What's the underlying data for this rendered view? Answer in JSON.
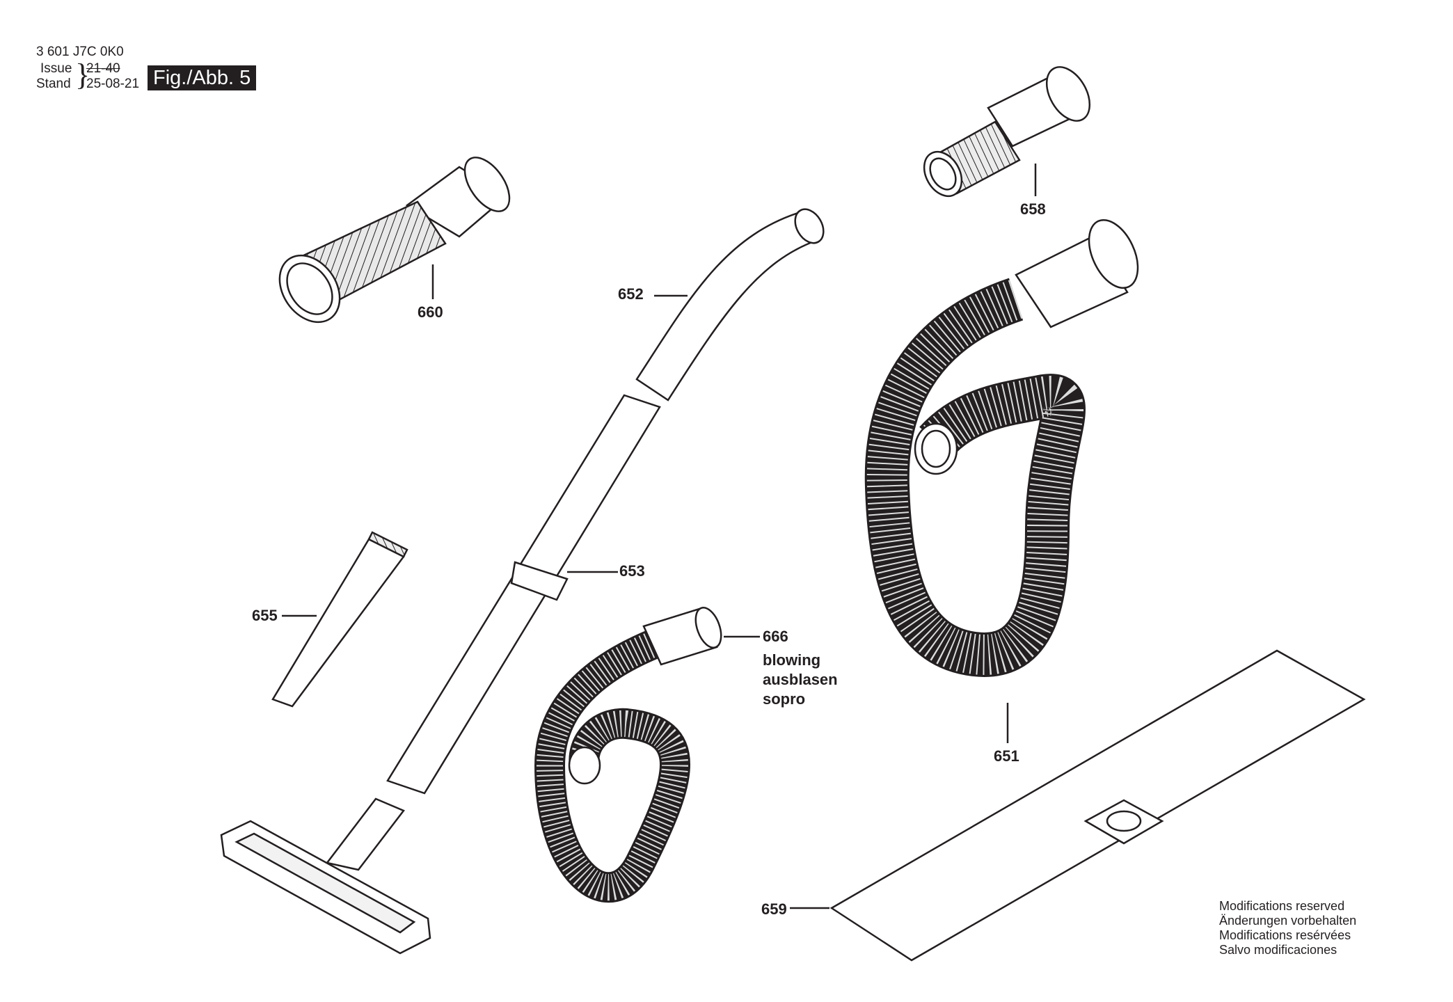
{
  "header": {
    "part_number": "3 601 J7C 0K0",
    "issue_label": "Issue",
    "issue_value": "21-40",
    "stand_label": "Stand",
    "stand_value": "25-08-21",
    "figure_label": "Fig./Abb. 5"
  },
  "parts": [
    {
      "id": "660",
      "label": "660"
    },
    {
      "id": "658",
      "label": "658"
    },
    {
      "id": "652",
      "label": "652"
    },
    {
      "id": "653",
      "label": "653"
    },
    {
      "id": "655",
      "label": "655"
    },
    {
      "id": "666",
      "label": "666"
    },
    {
      "id": "651",
      "label": "651"
    },
    {
      "id": "659",
      "label": "659"
    }
  ],
  "blowing_note": [
    "blowing",
    "ausblasen",
    "sopro"
  ],
  "modifications_note": [
    "Modifications reserved",
    "Änderungen vorbehalten",
    "Modifications resérvées",
    "Salvo modificaciones"
  ],
  "colors": {
    "ink": "#231f20",
    "background": "#ffffff"
  }
}
